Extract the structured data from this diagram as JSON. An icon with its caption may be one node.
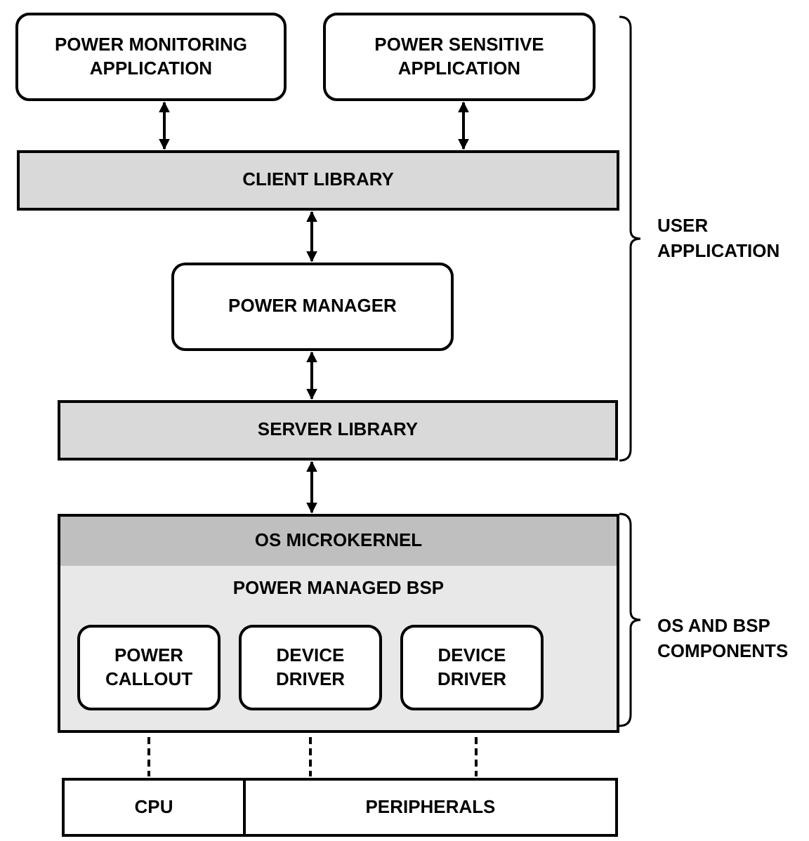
{
  "diagram": {
    "nodes": [
      {
        "text": [
          "POWER MONITORING APPLICATION"
        ]
      },
      {
        "text": [
          "POWER SENSITIVE APPLICATION"
        ]
      },
      {
        "text": [
          "CLIENT LIBRARY"
        ]
      },
      {
        "text": [
          "POWER MANAGER"
        ]
      },
      {
        "text": [
          "SERVER LIBRARY"
        ]
      },
      {
        "text": [
          "OS MICROKERNEL"
        ]
      },
      {
        "text": [
          "POWER MANAGED BSP"
        ]
      },
      {
        "text": [
          "POWER CALLOUT"
        ],
        "in": 6
      },
      {
        "text": [
          "DEVICE DRIVER"
        ],
        "in": 6
      },
      {
        "text": [
          "DEVICE DRIVER"
        ],
        "in": 6
      },
      {
        "text": [
          "CPU"
        ]
      },
      {
        "text": [
          "PERIPHERALS"
        ]
      }
    ],
    "edges": [
      {
        "from": 0,
        "to": 2,
        "arrow": "both"
      },
      {
        "from": 1,
        "to": 2,
        "arrow": "both"
      },
      {
        "from": 2,
        "to": 3,
        "arrow": "both"
      },
      {
        "from": 3,
        "to": 4,
        "arrow": "both"
      },
      {
        "from": 4,
        "to": 5,
        "arrow": "both"
      },
      {
        "from": 7,
        "to": 10,
        "arrow": "none",
        "style": "dashed"
      },
      {
        "from": 8,
        "to": 11,
        "arrow": "none",
        "style": "dashed"
      },
      {
        "from": 9,
        "to": 11,
        "arrow": "none",
        "style": "dashed"
      }
    ],
    "labels": [
      "USER APPLICATION",
      "OS AND BSP COMPONENTS"
    ]
  }
}
